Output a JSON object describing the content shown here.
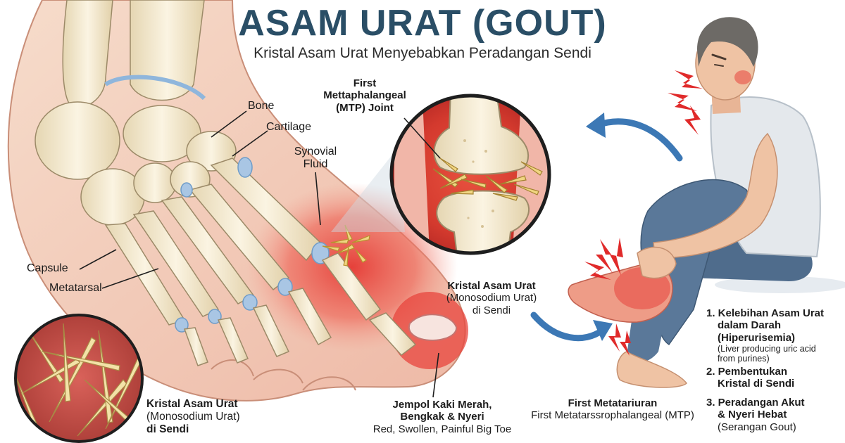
{
  "title": "ASAM URAT (GOUT)",
  "subtitle": "Kristal Asam Urat Menyebabkan Peradangan Sendi",
  "foot_labels": {
    "bone": "Bone",
    "cartilage": "Cartilage",
    "synovial_1": "Synovial",
    "synovial_2": "Fluid",
    "capsule": "Capsule",
    "metatarsal": "Metatarsal"
  },
  "mtp_label": {
    "line1": "First",
    "line2": "Mettaphalangeal",
    "line3": "(MTP) Joint"
  },
  "crystal_center": {
    "line1": "Kristal Asam Urat",
    "line2": "(Monosodium Urat)",
    "line3": "di Sendi"
  },
  "crystal_bottom_left": {
    "line1": "Kristal Asam Urat",
    "line2": "(Monosodium Urat)",
    "line3": "di Sendi"
  },
  "toe_label": {
    "line1": "Jempol Kaki Merah,",
    "line2": "Bengkak & Nyeri",
    "line3": "Red, Swollen, Painful Big Toe"
  },
  "mtp_bottom": {
    "line1": "First Metatariuran",
    "line2": "First Metatarssrophalangeal (MTP)"
  },
  "steps": [
    {
      "title1": "1. Kelebihan Asam Urat",
      "title2": "dalam Darah",
      "title3": "(Hiperurisemia)",
      "note1": "(Liver producing uric acid",
      "note2": "from purines)"
    },
    {
      "title1": "2. Pembentukan",
      "title2": "Kristal di Sendi"
    },
    {
      "title1": "3. Peradangan Akut",
      "title2": "& Nyeri Hebat",
      "note1": "(Serangan Gout)"
    }
  ],
  "colors": {
    "title": "#2a4e66",
    "inflammation": "#e0403a",
    "bone": "#f1e6cc",
    "cartilage": "#a9c6e4",
    "crystal": "#e6c86a",
    "arrow": "#3c78b5",
    "shirt": "#e4e8ec",
    "jeans": "#4f6c8c",
    "skin": "#efc3a4",
    "pain_mark": "#e02a2a"
  },
  "icons": [
    "pain-lightning-icon",
    "curved-arrow-icon"
  ]
}
